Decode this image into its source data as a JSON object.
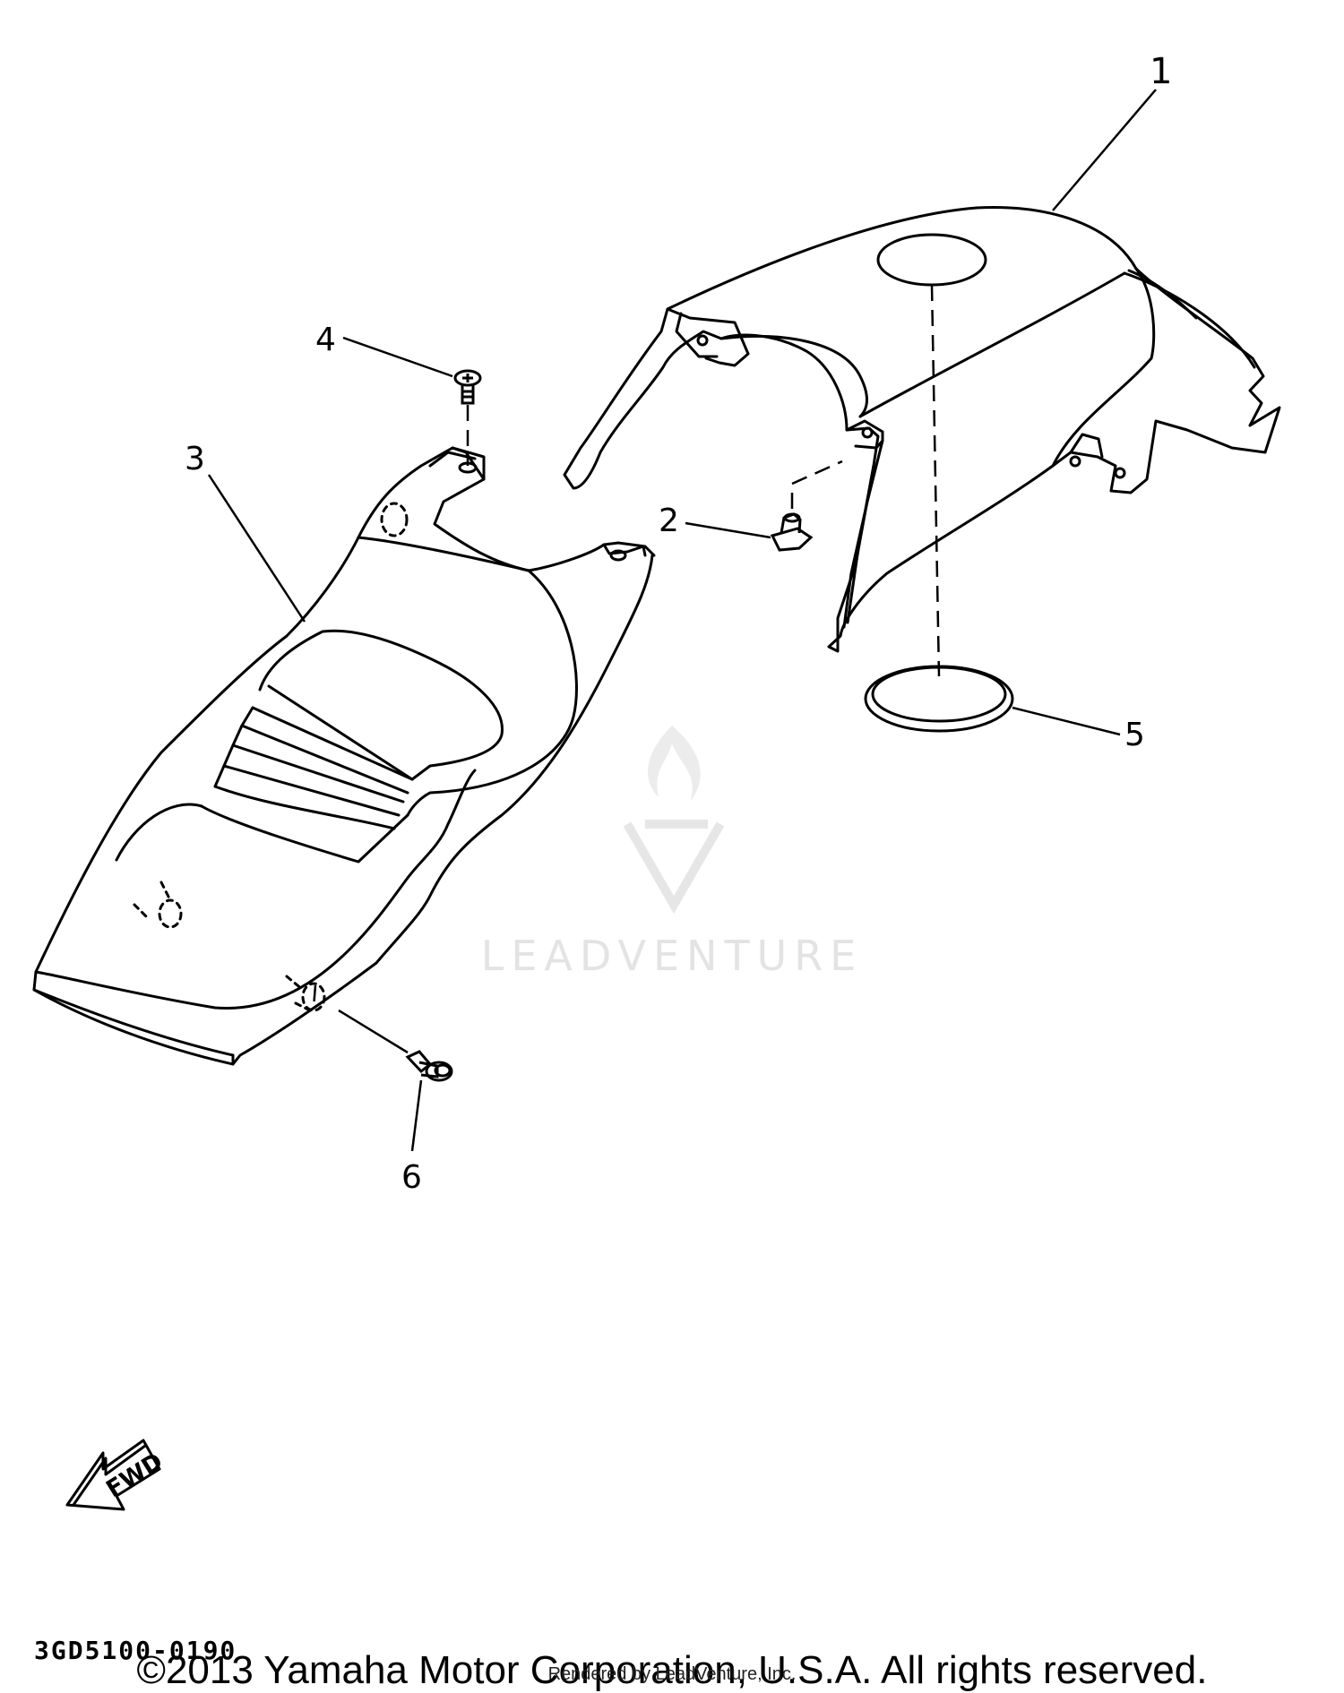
{
  "diagram": {
    "part_labels": {
      "p1": "1",
      "p2": "2",
      "p3": "3",
      "p4": "4",
      "p5": "5",
      "p6": "6"
    },
    "fwd_label": "FWD",
    "reference_code": "3GD5100-0190",
    "copyright": "©2013 Yamaha Motor Corporation, U.S.A. All rights reserved.",
    "rendered_by": "Rendered by LeadVenture, Inc.",
    "watermark": "LEADVENTURE"
  },
  "colors": {
    "line": "#000000",
    "watermark": "#e3e3e3",
    "background": "#ffffff"
  }
}
